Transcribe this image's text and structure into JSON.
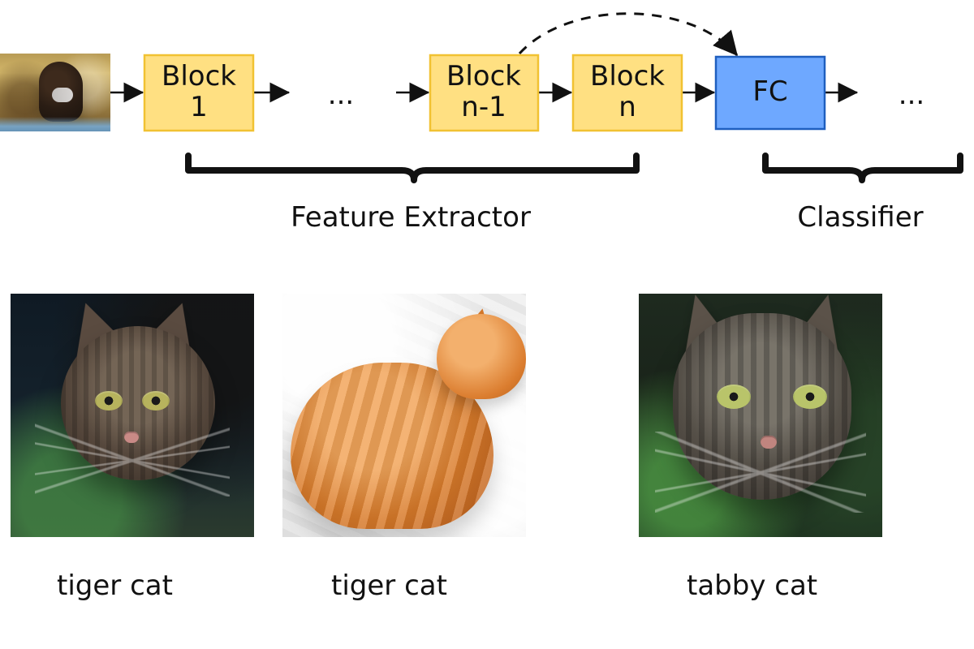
{
  "pipeline": {
    "blocks": [
      {
        "line1": "Block",
        "line2": "1"
      },
      {
        "line1": "Block",
        "line2": "n-1"
      },
      {
        "line1": "Block",
        "line2": "n"
      }
    ],
    "ellipsis_middle": "...",
    "fc_label": "FC",
    "ellipsis_end": "...",
    "groups": {
      "feature_extractor": "Feature Extractor",
      "classifier": "Classifier"
    }
  },
  "captions": {
    "cat1": "tiger cat",
    "cat2": "tiger cat",
    "cat3": "tabby cat"
  },
  "colors": {
    "block_fill": "#ffe082",
    "block_stroke": "#f1c232",
    "fc_fill": "#6ea8ff",
    "fc_stroke": "#1f5fbf",
    "ink": "#111111"
  },
  "icons": {
    "arrow": "arrow-right-icon",
    "skip": "dashed-skip-arrow-icon",
    "brace": "curly-brace-icon"
  }
}
